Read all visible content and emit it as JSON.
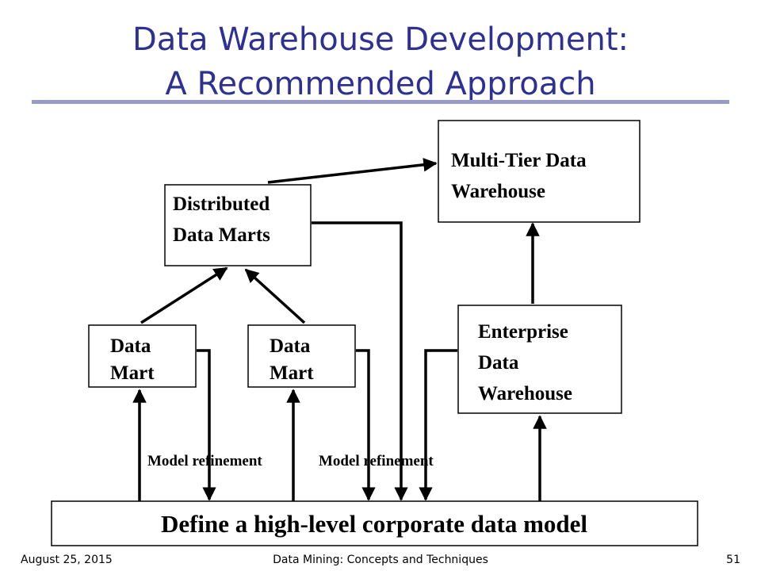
{
  "title": {
    "line1": "Data Warehouse Development:",
    "line2": "A Recommended Approach"
  },
  "boxes": {
    "multi_tier": {
      "line1": "Multi-Tier Data",
      "line2": "Warehouse"
    },
    "distributed": {
      "line1": "Distributed",
      "line2": "Data Marts"
    },
    "data_mart_left": {
      "line1": "Data",
      "line2": "Mart"
    },
    "data_mart_right": {
      "line1": "Data",
      "line2": "Mart"
    },
    "enterprise": {
      "line1": "Enterprise",
      "line2": "Data",
      "line3": "Warehouse"
    },
    "corporate_model": {
      "label": "Define a high-level corporate data model"
    }
  },
  "annotations": {
    "refinement_left": "Model refinement",
    "refinement_right": "Model refinement"
  },
  "footer": {
    "date": "August 25, 2015",
    "center": "Data Mining: Concepts and Techniques",
    "page": "51"
  }
}
